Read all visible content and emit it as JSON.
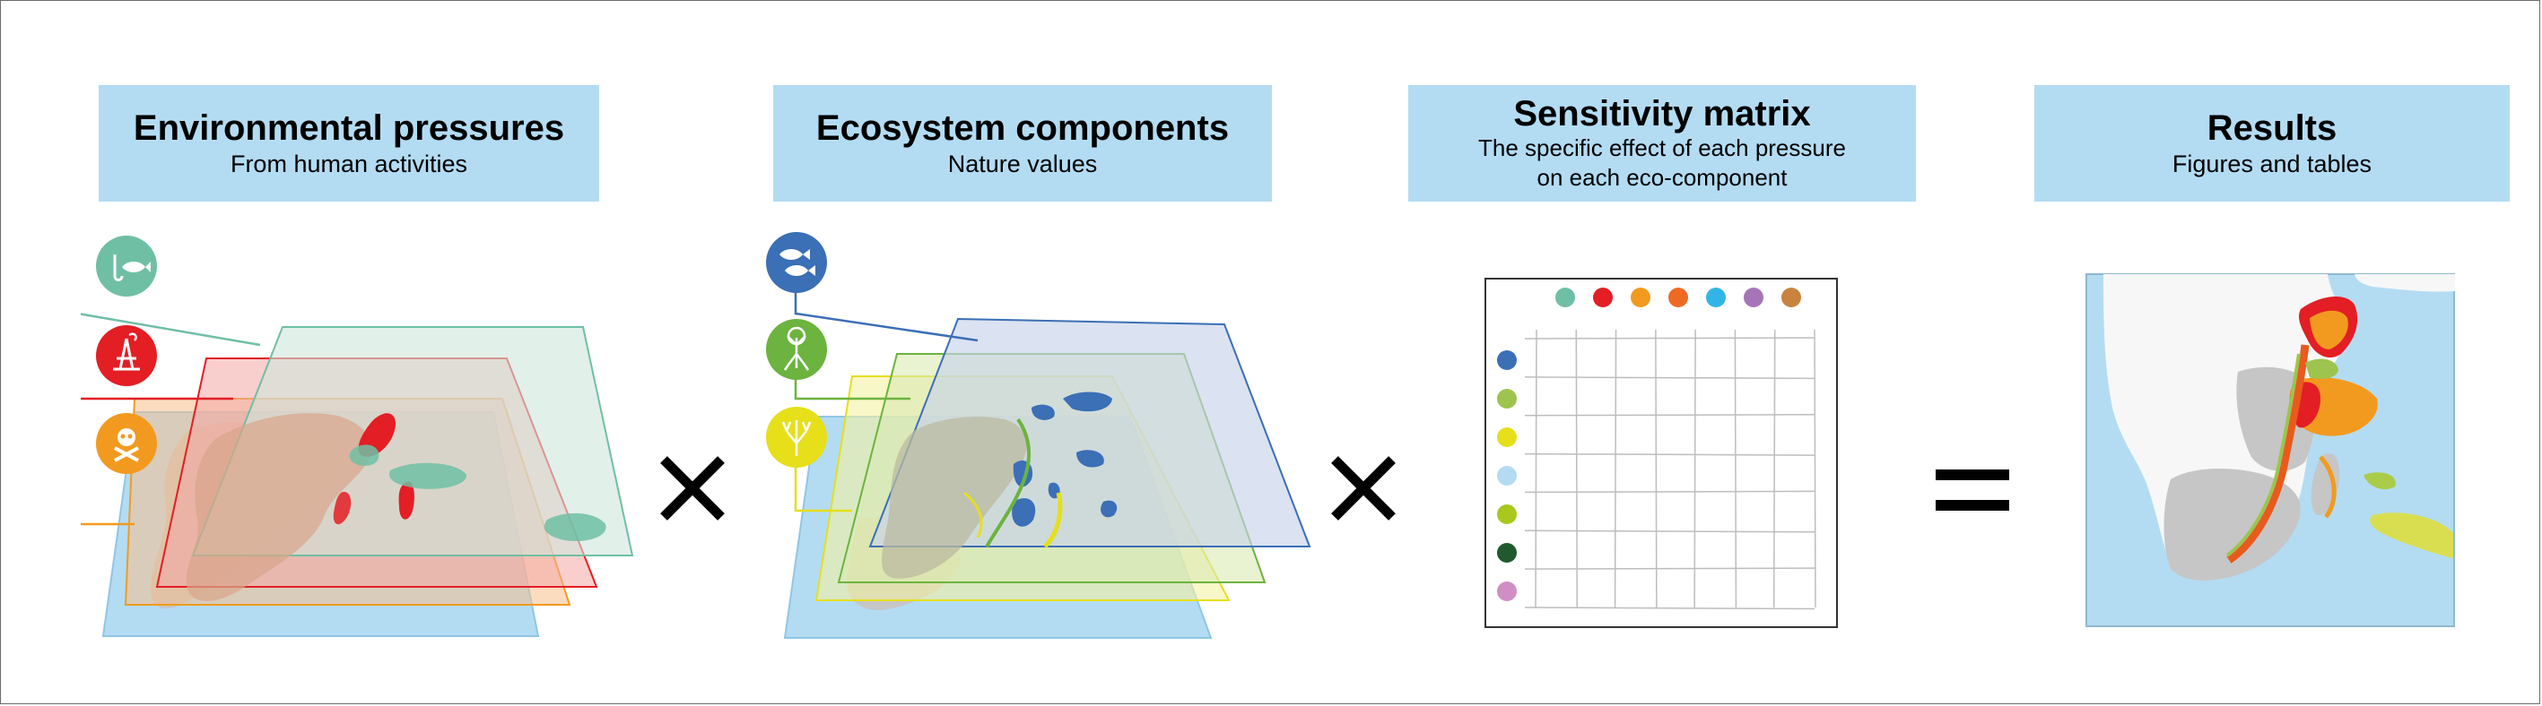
{
  "panels": [
    {
      "title": "Environmental pressures",
      "subtitle": "From human activities"
    },
    {
      "title": "Ecosystem components",
      "subtitle": "Nature values"
    },
    {
      "title": "Sensitivity matrix",
      "subtitle_line1": "The specific effect of each pressure",
      "subtitle_line2": "on each eco-component"
    },
    {
      "title": "Results",
      "subtitle": "Figures and tables"
    }
  ],
  "operators": [
    "times-icon",
    "times-icon",
    "equals-icon"
  ],
  "pressure_icons": [
    {
      "name": "fishing-icon",
      "color": "#6fbfa5"
    },
    {
      "name": "oil-platform-icon",
      "color": "#e31e24"
    },
    {
      "name": "pollution-skull-icon",
      "color": "#f29a1f"
    }
  ],
  "ecosystem_icons": [
    {
      "name": "fish-icon",
      "color": "#3b6fb6"
    },
    {
      "name": "mangrove-tree-icon",
      "color": "#6cb33f"
    },
    {
      "name": "coral-icon",
      "color": "#e6df1a"
    }
  ],
  "matrix": {
    "column_colors": [
      "#6fbfa5",
      "#e31e24",
      "#f29a1f",
      "#ee6a24",
      "#33b4e6",
      "#a675b8",
      "#c8843f"
    ],
    "row_colors": [
      "#3b6fb6",
      "#9cc44e",
      "#e6df1a",
      "#b3dcf3",
      "#a8c81e",
      "#1f5a2e",
      "#d08ec4"
    ]
  },
  "colors": {
    "header_bg": "#b3dcf3",
    "ocean": "#b3dcf3",
    "land": "#c6c6c6"
  }
}
